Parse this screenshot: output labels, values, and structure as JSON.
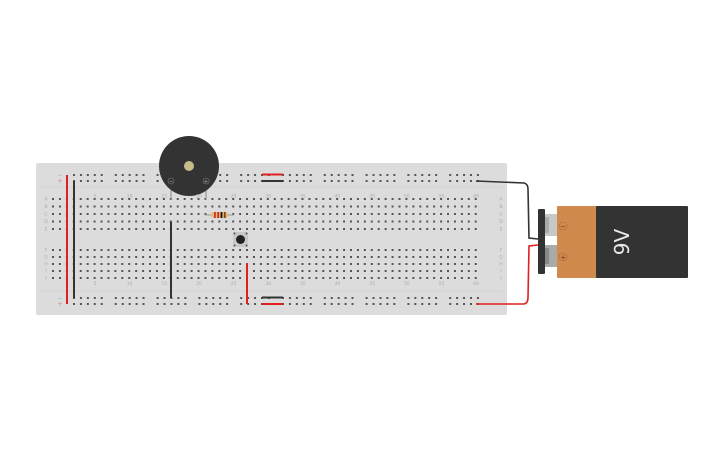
{
  "breadboard": {
    "column_labels": [
      "5",
      "10",
      "15",
      "20",
      "25",
      "30",
      "35",
      "40",
      "45",
      "50",
      "55",
      "60"
    ],
    "row_labels_top": [
      "A",
      "B",
      "C",
      "D",
      "E"
    ],
    "row_labels_bottom": [
      "F",
      "G",
      "H",
      "I",
      "J"
    ],
    "rail_minus": "−",
    "rail_plus": "+",
    "color": "#dcdcdc"
  },
  "buzzer": {
    "minus": "−",
    "plus": "+"
  },
  "battery": {
    "label": "9V",
    "minus": "−",
    "plus": "+",
    "body_color": "#d08a4e",
    "label_color": "#333333"
  },
  "resistor": {
    "bands": [
      "#c0392b",
      "#e02020",
      "#111111",
      "#8b4513"
    ]
  },
  "wire_colors": {
    "red": "#e02020",
    "black": "#333333"
  }
}
